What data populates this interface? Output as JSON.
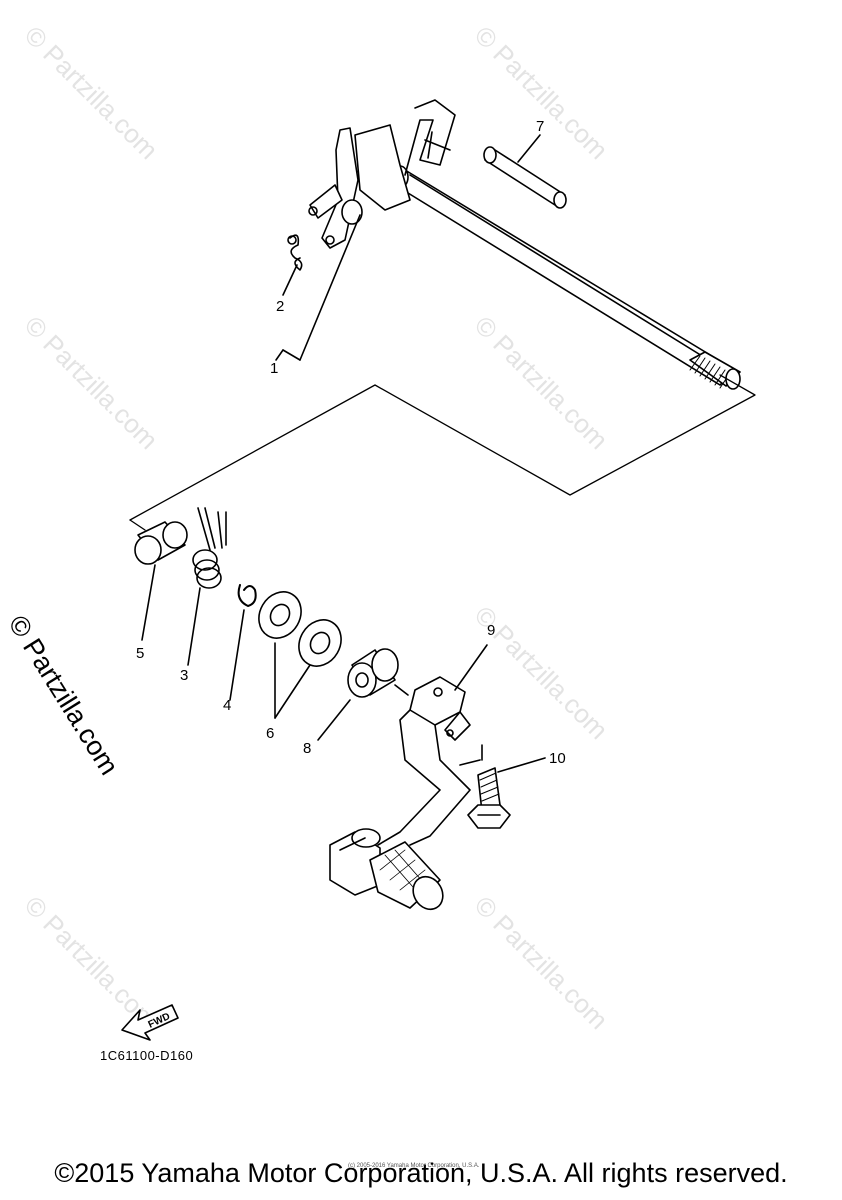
{
  "watermarks": {
    "text": "© Partzilla.com"
  },
  "callouts": [
    "1",
    "2",
    "3",
    "4",
    "5",
    "6",
    "7",
    "8",
    "9",
    "10"
  ],
  "fwd_label": "FWD",
  "diagram_code": "1C61100-D160",
  "tiny_notice": "(c) 2005-2016 Yamaha Motor Corporation, U.S.A.",
  "copyright": "©2015 Yamaha Motor Corporation, U.S.A. All rights reserved."
}
